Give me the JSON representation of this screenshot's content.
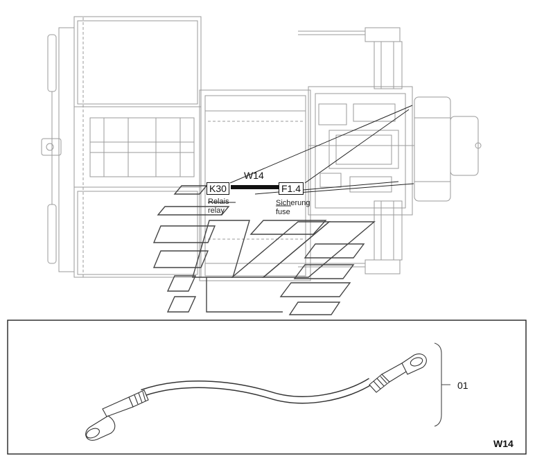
{
  "cable_id": "W14",
  "connection": {
    "from": "K30",
    "to": "F1.4",
    "from_name_de": "Relais",
    "from_name_en": "relay",
    "to_name_de": "Sicherung",
    "to_name_en": "fuse"
  },
  "detail": {
    "item_number": "01",
    "title": "W14"
  },
  "colors": {
    "line": "#222222",
    "light_line": "#9a9a9a",
    "background": "#ffffff"
  }
}
